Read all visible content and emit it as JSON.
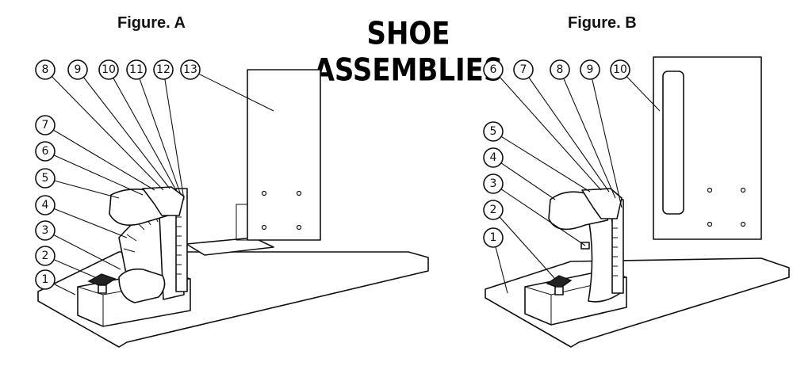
{
  "title": "SHOE ASSEMBLIES",
  "figure_a": {
    "label": "Figure. A",
    "callouts": [
      "1",
      "2",
      "3",
      "4",
      "5",
      "6",
      "7",
      "8",
      "9",
      "10",
      "11",
      "12",
      "13"
    ]
  },
  "figure_b": {
    "label": "Figure. B",
    "callouts": [
      "1",
      "2",
      "3",
      "4",
      "5",
      "6",
      "7",
      "8",
      "9",
      "10"
    ]
  },
  "colors": {
    "line": "#111111",
    "background": "#ffffff"
  }
}
